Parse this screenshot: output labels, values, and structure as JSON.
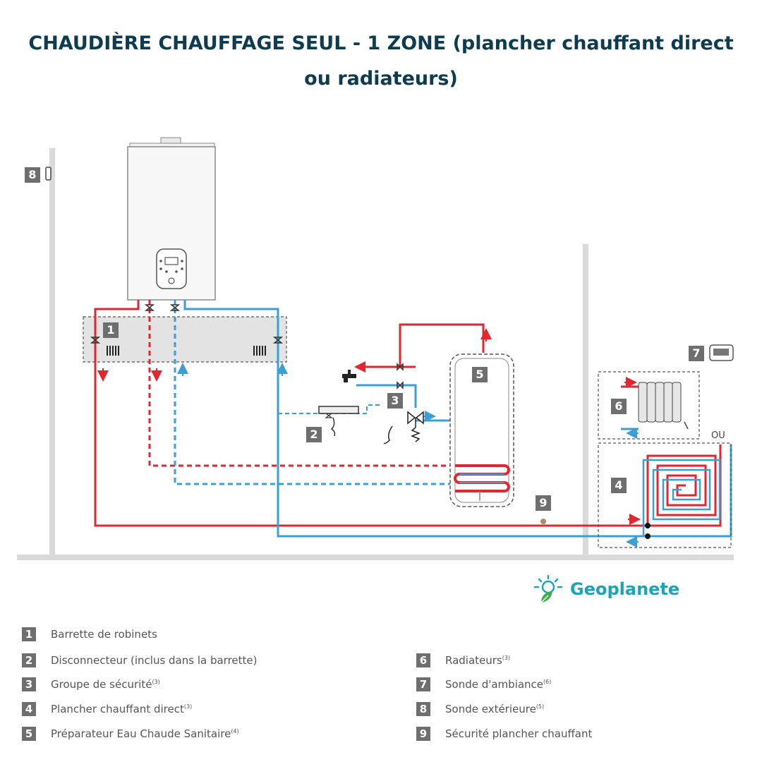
{
  "title": {
    "line1": "CHAUDIÈRE CHAUFFAGE SEUL - 1 ZONE (plancher chauffant direct",
    "line2": "ou radiateurs)"
  },
  "colors": {
    "title": "#0d3b50",
    "hot_pipe": "#e2252f",
    "cold_pipe": "#3a9fd8",
    "badge": "#6e6e6e",
    "logo_blue": "#1aa4b7",
    "logo_green": "#3fae49"
  },
  "diagram": {
    "badges": [
      "8",
      "1",
      "2",
      "3",
      "5",
      "7",
      "6",
      "4",
      "9"
    ],
    "ou_label": "OU",
    "icons": [
      "outdoor-sensor-icon",
      "room-sensor-icon",
      "boiler-icon",
      "tap-icon",
      "radiator-icon",
      "underfloor-coil-icon",
      "water-heater-tank-icon"
    ]
  },
  "logo": {
    "text": "Geoplanete",
    "icon": "sun-leaf-icon"
  },
  "legend": [
    {
      "num": "1",
      "label": "Barrette de robinets",
      "note": ""
    },
    {
      "num": "2",
      "label": "Disconnecteur (inclus dans la barrette)",
      "note": ""
    },
    {
      "num": "3",
      "label": "Groupe de sécurité",
      "note": "(3)"
    },
    {
      "num": "4",
      "label": "Plancher chauffant direct",
      "note": "(3)"
    },
    {
      "num": "5",
      "label": "Préparateur Eau Chaude Sanitaire",
      "note": "(4)"
    },
    {
      "num": "6",
      "label": "Radiateurs",
      "note": "(3)"
    },
    {
      "num": "7",
      "label": "Sonde d'ambiance",
      "note": "(6)"
    },
    {
      "num": "8",
      "label": "Sonde extérieure",
      "note": "(5)"
    },
    {
      "num": "9",
      "label": "Sécurité plancher chauffant",
      "note": ""
    }
  ]
}
